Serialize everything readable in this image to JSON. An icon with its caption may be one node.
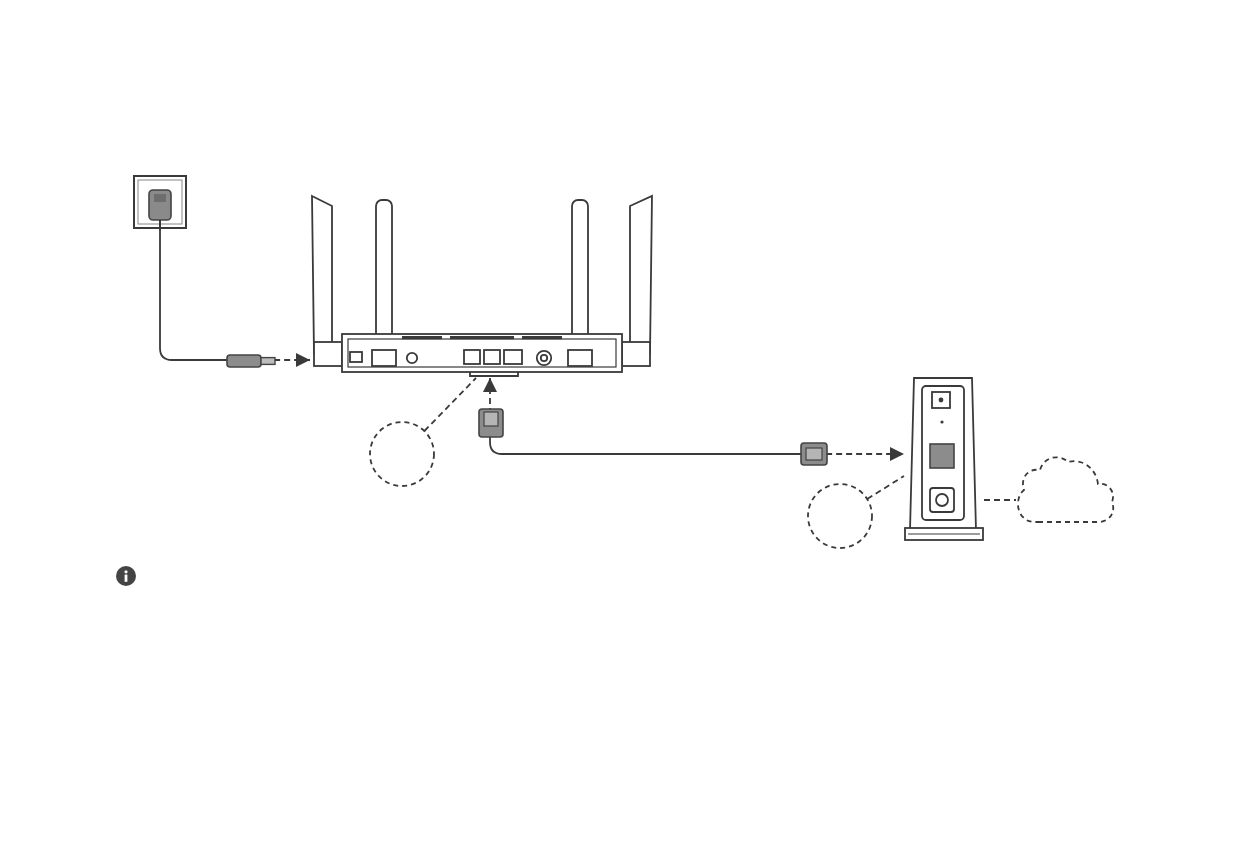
{
  "diagram": {
    "nodes": [
      {
        "text": [],
        "shape": "picture"
      },
      {
        "text": [],
        "shape": "picture"
      },
      {
        "text": [],
        "shape": "circle"
      },
      {
        "text": [],
        "shape": "picture"
      },
      {
        "text": [],
        "shape": "circle"
      },
      {
        "text": [],
        "shape": "cloud"
      }
    ],
    "edges": [
      {
        "from": 0,
        "to": 1,
        "arrow": "to"
      },
      {
        "from": 1,
        "to": 3,
        "arrow": "both"
      },
      {
        "from": 2,
        "to": 1,
        "arrow": "none",
        "style": "dashed"
      },
      {
        "from": 4,
        "to": 3,
        "arrow": "none",
        "style": "dashed"
      },
      {
        "from": 3,
        "to": 5,
        "arrow": "none",
        "style": "dashed"
      }
    ]
  }
}
